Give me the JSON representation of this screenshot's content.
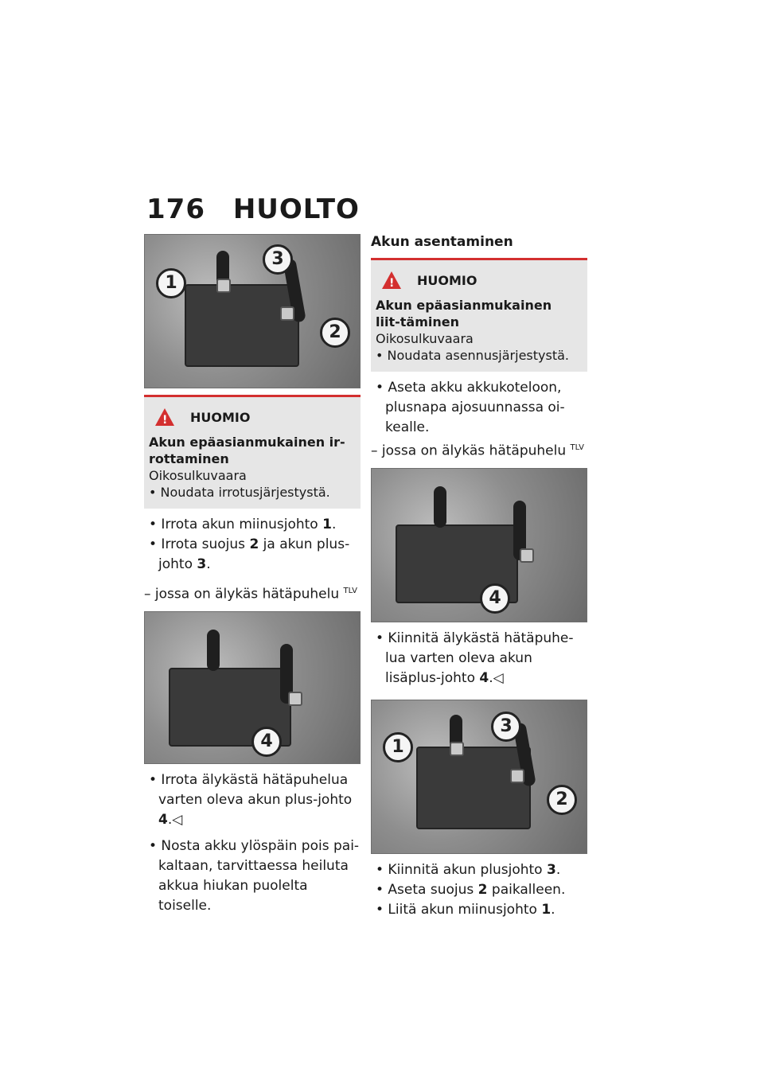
{
  "header": {
    "page_number": "176",
    "section": "HUOLTO"
  },
  "left": {
    "image1": {
      "callouts": [
        "1",
        "2",
        "3"
      ]
    },
    "warning": {
      "label": "HUOMIO",
      "title": "Akun epäasianmukainen ir-rottaminen",
      "hazard": "Oikosulkuvaara",
      "instruction": "• Noudata irrotusjärjestystä."
    },
    "step1": {
      "text": "• Irrota akun miinusjohto ",
      "ref": "1",
      "end": "."
    },
    "step2": {
      "text": "• Irrota suojus ",
      "ref": "2",
      "mid": " ja akun plus-johto ",
      "ref2": "3",
      "end": "."
    },
    "cond": {
      "text": "– jossa on älykäs hätäpuhelu",
      "sup": "TLV"
    },
    "image2": {
      "callouts": [
        "4"
      ]
    },
    "step3": {
      "text": "• Irrota älykästä hätäpuhelua varten oleva akun plus-johto ",
      "ref": "4",
      "end": ".◁"
    },
    "step4": {
      "text": "• Nosta akku ylöspäin pois pai-kaltaan, tarvittaessa heiluta akkua hiukan puolelta toiselle."
    }
  },
  "right": {
    "section_title": "Akun asentaminen",
    "warning": {
      "label": "HUOMIO",
      "title": "Akun epäasianmukainen liit-täminen",
      "hazard": "Oikosulkuvaara",
      "instruction": "• Noudata asennusjärjestystä."
    },
    "step1": {
      "text": "• Aseta akku akkukoteloon, plusnapa ajosuunnassa oi-kealle."
    },
    "cond": {
      "text": "– jossa on älykäs hätäpuhelu",
      "sup": "TLV"
    },
    "image1": {
      "callouts": [
        "4"
      ]
    },
    "step2": {
      "text": "• Kiinnitä älykästä hätäpuhe-lua varten oleva akun lisäplus-johto ",
      "ref": "4",
      "end": ".◁"
    },
    "image2": {
      "callouts": [
        "1",
        "2",
        "3"
      ]
    },
    "step3": {
      "text": "• Kiinnitä akun plusjohto ",
      "ref": "3",
      "end": "."
    },
    "step4": {
      "text": "• Aseta suojus ",
      "ref": "2",
      "end": " paikalleen."
    },
    "step5": {
      "text": "• Liitä akun miinusjohto ",
      "ref": "1",
      "end": "."
    }
  },
  "colors": {
    "warning_accent": "#d32f2f",
    "warning_bg": "#e6e6e6"
  }
}
